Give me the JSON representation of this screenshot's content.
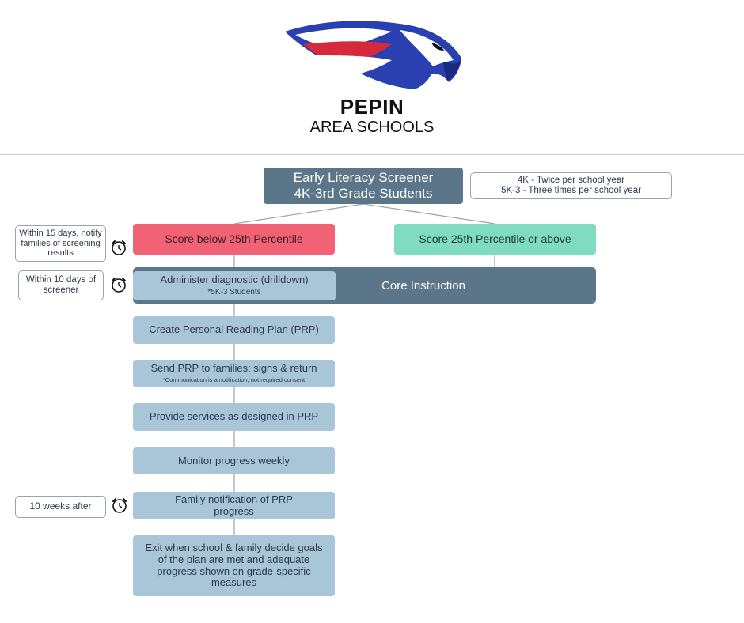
{
  "brand": {
    "name": "PEPIN",
    "subtitle": "AREA SCHOOLS"
  },
  "screener": {
    "title_line1": "Early Literacy Screener",
    "title_line2": "4K-3rd Grade Students"
  },
  "frequency": {
    "line1": "4K - Twice per school year",
    "line2": "5K-3 - Three times per school year"
  },
  "branches": {
    "below": "Score below 25th Percentile",
    "above": "Score 25th Percentile or above"
  },
  "core": "Core Instruction",
  "diagnostic": {
    "label": "Administer diagnostic (drilldown)",
    "note": "*5K-3 Students"
  },
  "steps": [
    {
      "label": "Create Personal Reading Plan (PRP)"
    },
    {
      "label": "Send PRP to families: signs & return",
      "note": "*Communication is a notification, not required consent"
    },
    {
      "label": "Provide services as designed in PRP"
    },
    {
      "label": "Monitor progress weekly"
    },
    {
      "label": "Family notification of PRP progress"
    },
    {
      "label": "Exit when school & family decide goals of the plan are met and adequate progress shown on grade-specific measures"
    }
  ],
  "timing": [
    {
      "label": "Within 15 days, notify families of screening results",
      "icon": "alarm-clock-icon"
    },
    {
      "label": "Within 10 days of screener",
      "icon": "alarm-clock-icon"
    },
    {
      "label": "10 weeks after",
      "icon": "alarm-clock-icon"
    }
  ],
  "colors": {
    "slate": "#5b7689",
    "red": "#f06274",
    "green": "#7fdcc0",
    "light_blue": "#a9c5d8"
  }
}
